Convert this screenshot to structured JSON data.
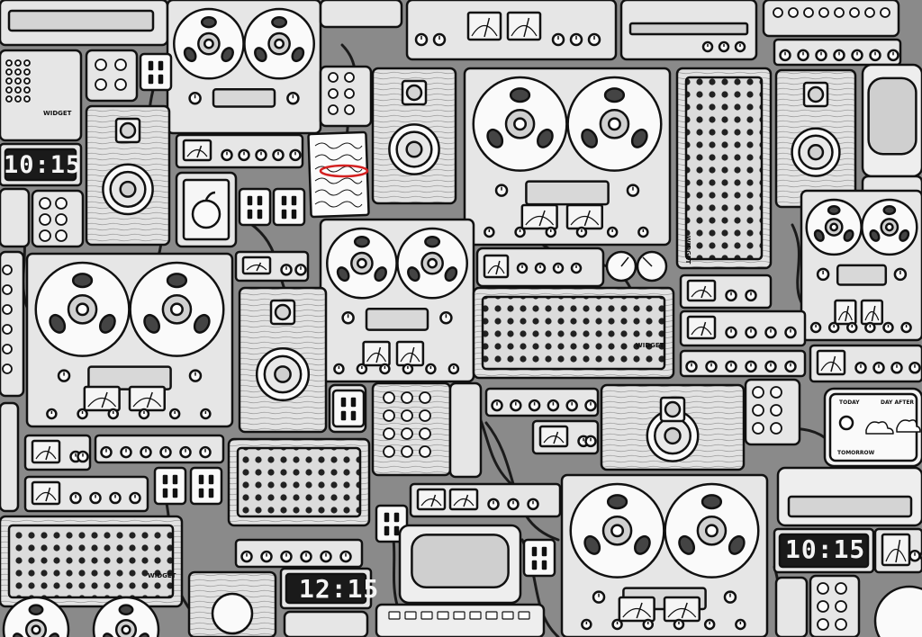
{
  "clocks": {
    "left": "10:15",
    "bottom_center": "12:15",
    "bottom_right": "10:15"
  },
  "labels": {
    "widget": "WIDGET"
  },
  "forecast": {
    "today": "TODAY",
    "tomorrow": "TOMORROW",
    "day_after": "DAY AFTER"
  },
  "colors": {
    "background": "#8a8a8a",
    "panel": "#e6e6e6",
    "panel_dark": "#c8c8c8",
    "ink": "#111111",
    "display": "#1a1a1a",
    "highlight": "#d42020"
  }
}
